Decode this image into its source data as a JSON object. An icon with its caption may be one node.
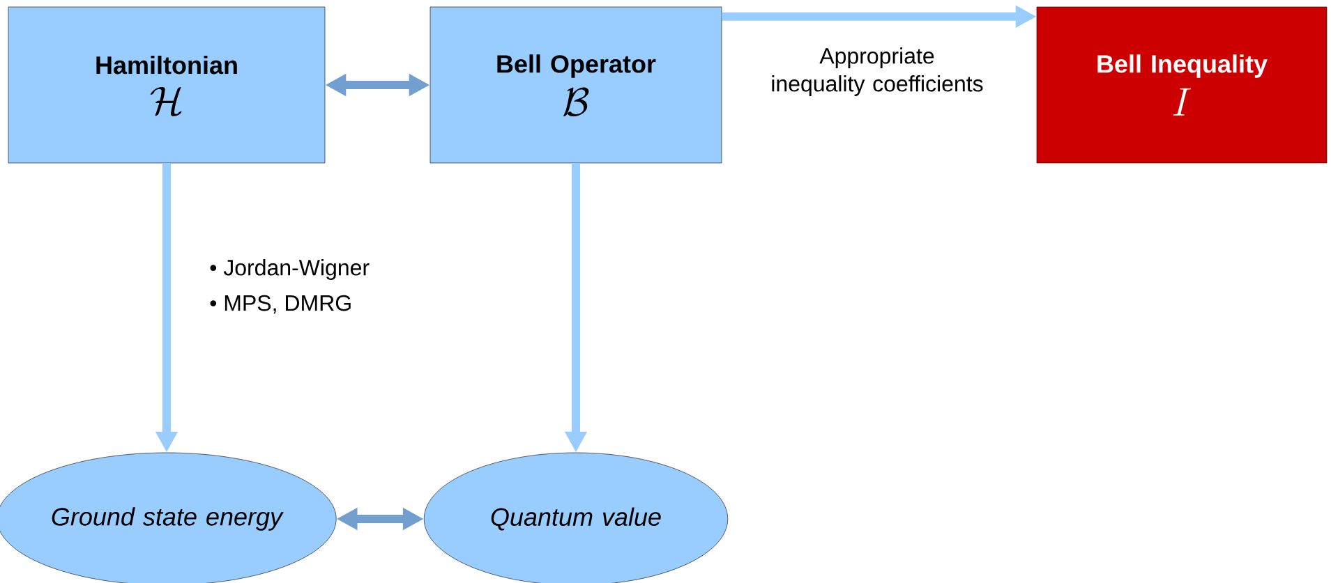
{
  "diagram": {
    "nodes": [
      {
        "text": [
          "Hamiltonian",
          "\\mathcal{H}"
        ]
      },
      {
        "text": [
          "Bell Operator",
          "\\mathcal{B}"
        ]
      },
      {
        "text": [
          "Bell Inequality",
          "I"
        ]
      },
      {
        "text": [
          "Ground state energy"
        ]
      },
      {
        "text": [
          "Quantum value"
        ]
      }
    ],
    "edges": [
      {
        "from": 0,
        "to": 1,
        "arrow": "both",
        "color": "#729fcf"
      },
      {
        "from": 1,
        "to": 2,
        "arrow": "to",
        "label": "Appropriate inequality coefficients"
      },
      {
        "from": 0,
        "to": 3,
        "arrow": "to"
      },
      {
        "from": 1,
        "to": 4,
        "arrow": "to"
      },
      {
        "from": 3,
        "to": 4,
        "arrow": "both",
        "color": "#729fcf"
      }
    ],
    "labels": [
      "• Jordan-Wigner",
      "• MPS, DMRG"
    ]
  }
}
